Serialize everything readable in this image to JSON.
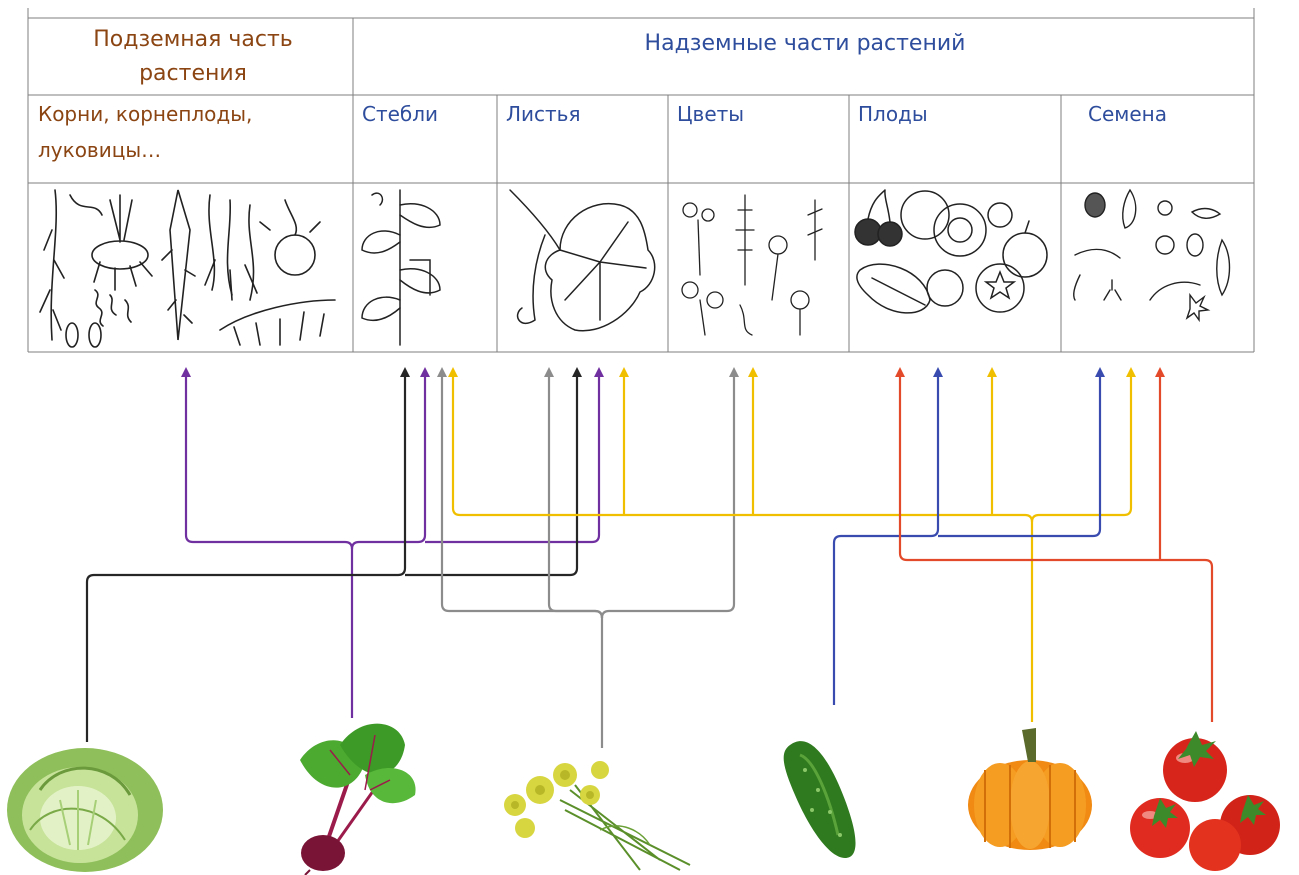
{
  "table": {
    "underground_header_line1": "Подземная часть",
    "underground_header_line2": "растения",
    "aboveground_header": "Надземные части растений",
    "roots_label_line1": "Корни, корнеплоды,",
    "roots_label_line2": "луковицы…",
    "columns": [
      {
        "key": "stems",
        "label": "Стебли"
      },
      {
        "key": "leaves",
        "label": "Листья"
      },
      {
        "key": "flowers",
        "label": "Цветы"
      },
      {
        "key": "fruits",
        "label": "Плоды"
      },
      {
        "key": "seeds",
        "label": "Семена"
      }
    ]
  },
  "colors": {
    "brown_text": "#8b4513",
    "blue_text": "#2e4d9c",
    "grid": "#7f7f7f",
    "purple": "#7030a0",
    "black": "#262626",
    "gray": "#8c8c8c",
    "yellow": "#f0c000",
    "red": "#e34a2a",
    "blue": "#3a4bb0"
  },
  "plants": [
    {
      "key": "cabbage",
      "icon": "cabbage-icon",
      "connects_to": [
        "stems",
        "leaves"
      ],
      "line_color": "black"
    },
    {
      "key": "beet",
      "icon": "beet-icon",
      "connects_to": [
        "roots",
        "stems",
        "leaves"
      ],
      "line_color": "purple"
    },
    {
      "key": "dill",
      "icon": "dill-icon",
      "connects_to": [
        "stems",
        "leaves",
        "flowers"
      ],
      "line_color": "gray"
    },
    {
      "key": "cucumber",
      "icon": "cucumber-icon",
      "connects_to": [
        "fruits",
        "seeds"
      ],
      "line_color": "blue"
    },
    {
      "key": "pumpkin",
      "icon": "pumpkin-icon",
      "connects_to": [
        "stems",
        "leaves",
        "flowers",
        "fruits",
        "seeds"
      ],
      "line_color": "yellow"
    },
    {
      "key": "tomato",
      "icon": "tomato-icon",
      "connects_to": [
        "fruits",
        "seeds"
      ],
      "line_color": "red"
    }
  ]
}
